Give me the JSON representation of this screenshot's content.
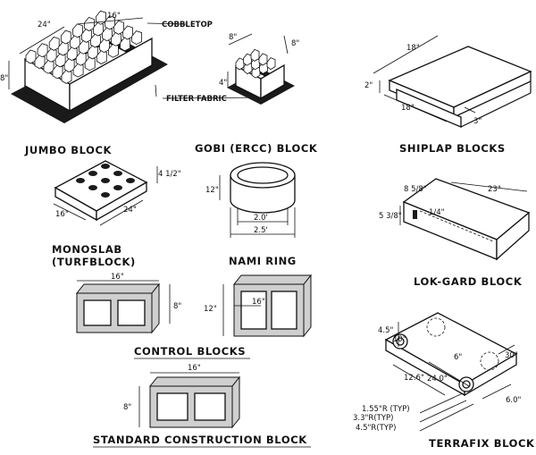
{
  "captions": {
    "jumbo": "JUMBO BLOCK",
    "gobi": "GOBI (ERCC) BLOCK",
    "shiplap": "SHIPLAP BLOCKS",
    "monoslab_1": "MONOSLAB",
    "monoslab_2": "(TURFBLOCK)",
    "nami": "NAMI RING",
    "lokgard": "LOK-GARD BLOCK",
    "control": "CONTROL BLOCKS",
    "standard": "STANDARD CONSTRUCTION BLOCK",
    "terrafix": "TERRAFIX BLOCK"
  },
  "labels": {
    "cobbletop": "COBBLETOP",
    "filter_fabric": "FILTER FABRIC"
  },
  "dims": {
    "jumbo_w": "24\"",
    "jumbo_d": "16\"",
    "jumbo_h": "8\"",
    "gobi_w": "8\"",
    "gobi_d": "8\"",
    "gobi_h": "4\"",
    "shiplap_top": "18\"",
    "shiplap_bottom": "18\"",
    "shiplap_h": "2\"",
    "shiplap_lip": "3\"",
    "mono_h": "4 1/2\"",
    "mono_w": "16\"",
    "mono_l": "24\"",
    "nami_h": "12\"",
    "nami_inner": "2.0'",
    "nami_outer": "2.5'",
    "lok_l": "23\"",
    "lok_top": "8 5/8\"",
    "lok_h": "5 3/8\"",
    "lok_slot": "1/4\"",
    "ctrl1_w": "16\"",
    "ctrl1_h": "8\"",
    "ctrl2_h": "12\"",
    "ctrl2_w": "16\"",
    "std_w": "16\"",
    "std_h": "8\"",
    "tf_h1": "4.5\"",
    "tf_h2": "10\"",
    "tf_side": "30\"",
    "tf_len": "24.0\"",
    "tf_w": "12.6\"",
    "tf_base": "6.0\"",
    "tf_dia": "6\"",
    "tf_r1": "1.55\"R (TYP)",
    "tf_r2": "3.3\"R(TYP)",
    "tf_r3": "4.5\"R(TYP)"
  }
}
